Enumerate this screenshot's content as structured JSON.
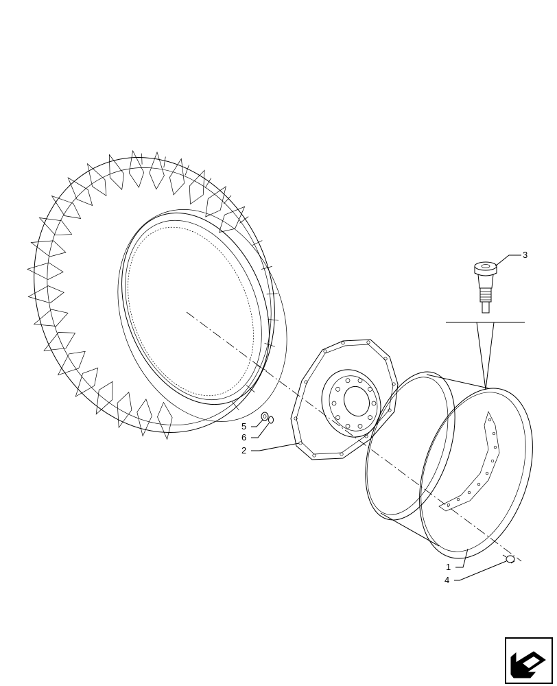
{
  "callouts": {
    "rim": "1",
    "wheel_disc": "2",
    "valve": "3",
    "bolt": "4",
    "nut": "5",
    "washer": "6"
  },
  "icons": {
    "nav": "arrow-return-icon"
  }
}
